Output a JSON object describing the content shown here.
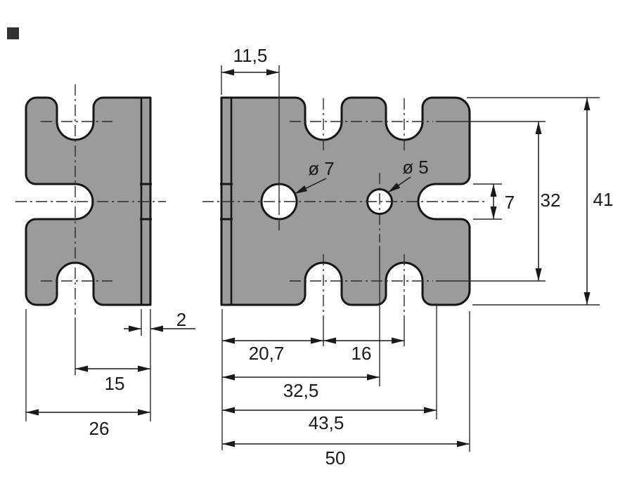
{
  "side_view": {
    "dimensions": {
      "thickness": "2",
      "slot_axis_to_face": "15",
      "width": "26"
    }
  },
  "front_view": {
    "dimensions": {
      "hole_large_offset": "11,5",
      "hole_large_diameter": "ø 7",
      "hole_small_diameter": "ø 5",
      "slot_width": "7",
      "notch_centers_span": "32",
      "height": "41",
      "notch_first_offset": "20,7",
      "notch_spacing": "16",
      "hole_small_offset": "32,5",
      "slot_center_offset": "43,5",
      "width": "50"
    }
  },
  "colors": {
    "part_fill": "#9b9b9b",
    "line": "#1a1a1a",
    "background": "#ffffff"
  }
}
